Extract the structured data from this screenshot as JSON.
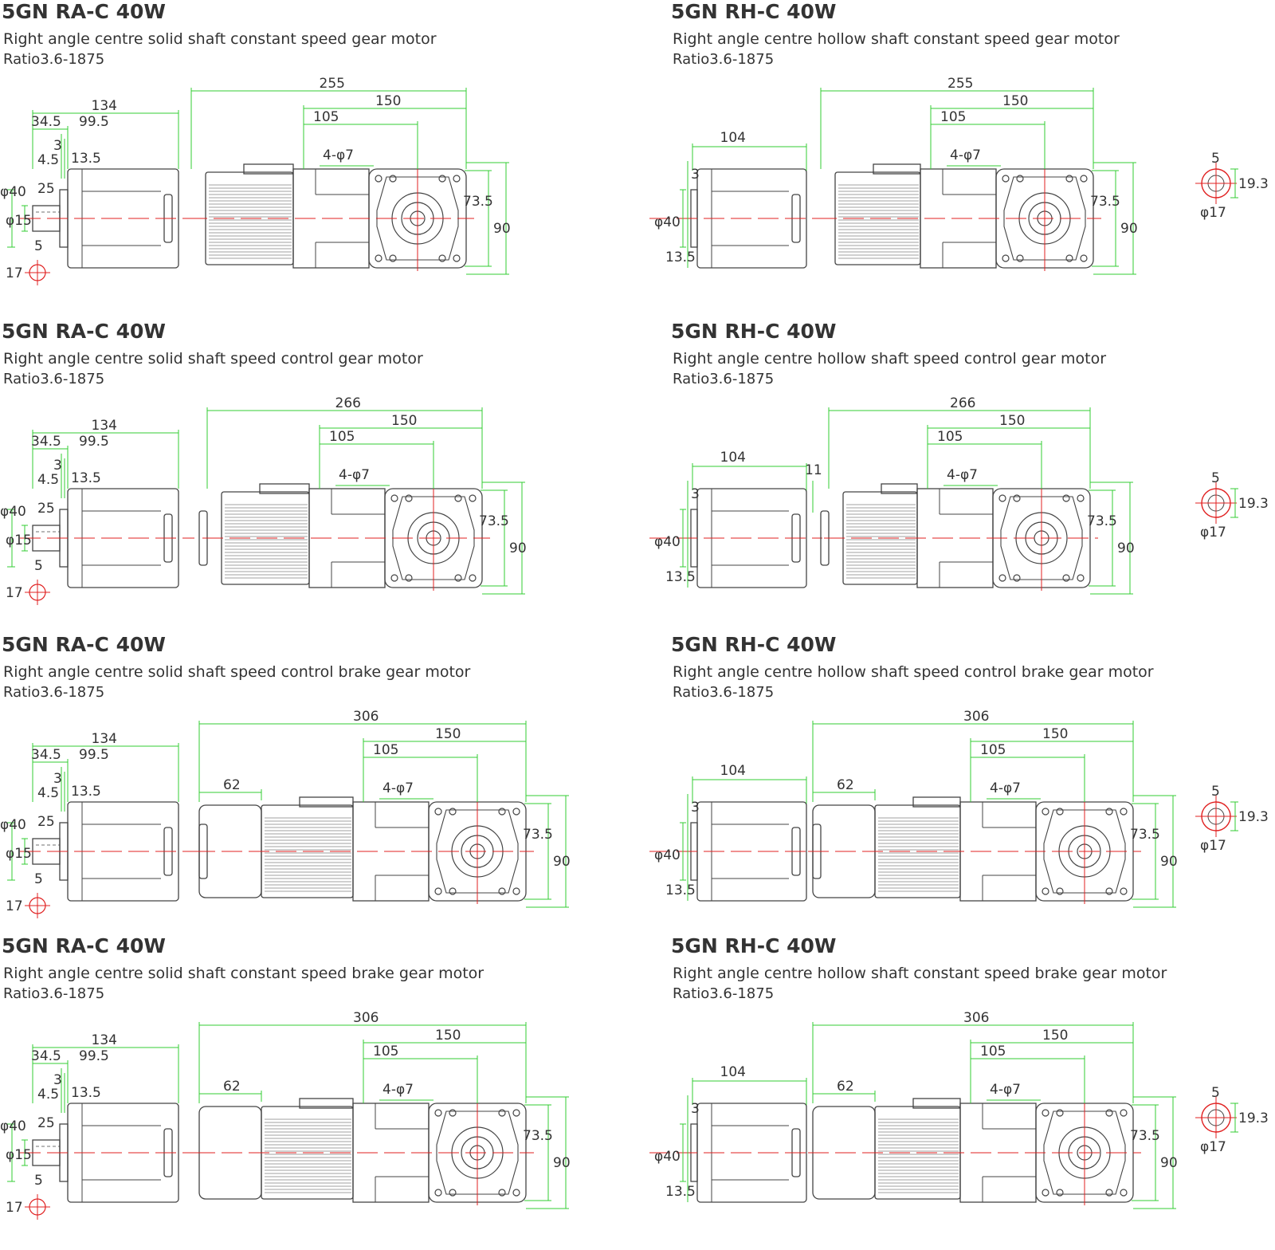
{
  "panels": [
    {
      "model": "5GN  RA-C  40W",
      "desc": "Right angle centre solid shaft constant speed gear motor",
      "ratio": "Ratio3.6-1875",
      "type": "solid",
      "brake": false,
      "speedctrl": false,
      "dims": {
        "total": "255",
        "gear": "150",
        "inner": "105",
        "holes": "4-φ7",
        "sq_in": "73.5",
        "sq_out": "90",
        "d134": "134",
        "d34": "34.5",
        "d99": "99.5",
        "d3": "3",
        "d45": "4.5",
        "d135": "13.5",
        "phi40": "φ40",
        "d25": "25",
        "phi15": "φ15",
        "key5": "5",
        "key17": "17"
      }
    },
    {
      "model": "5GN  RH-C  40W",
      "desc": "Right angle centre hollow shaft constant speed gear motor",
      "ratio": "Ratio3.6-1875",
      "type": "hollow",
      "brake": false,
      "speedctrl": false,
      "dims": {
        "total": "255",
        "gear": "150",
        "inner": "105",
        "holes": "4-φ7",
        "sq_in": "73.5",
        "sq_out": "90",
        "d104": "104",
        "d3": "3",
        "phi40": "φ40",
        "d135": "13.5",
        "key5": "5",
        "key193": "19.3",
        "phi17": "φ17"
      }
    },
    {
      "model": "5GN  RA-C  40W",
      "desc": "Right angle centre solid shaft speed control gear motor",
      "ratio": "Ratio3.6-1875",
      "type": "solid",
      "brake": false,
      "speedctrl": true,
      "dims": {
        "total": "266",
        "gear": "150",
        "inner": "105",
        "holes": "4-φ7",
        "sq_in": "73.5",
        "sq_out": "90",
        "d134": "134",
        "d34": "34.5",
        "d99": "99.5",
        "d3": "3",
        "d45": "4.5",
        "d135": "13.5",
        "phi40": "φ40",
        "d25": "25",
        "phi15": "φ15",
        "key5": "5",
        "key17": "17"
      }
    },
    {
      "model": "5GN  RH-C  40W",
      "desc": "Right angle  centre hollow shaft speed control gear motor",
      "ratio": "Ratio3.6-1875",
      "type": "hollow",
      "brake": false,
      "speedctrl": true,
      "dims": {
        "total": "266",
        "gear": "150",
        "inner": "105",
        "holes": "4-φ7",
        "sq_in": "73.5",
        "sq_out": "90",
        "d104": "104",
        "d3": "3",
        "d11": "11",
        "phi40": "φ40",
        "d135": "13.5",
        "key5": "5",
        "key193": "19.3",
        "phi17": "φ17"
      }
    },
    {
      "model": "5GN  RA-C  40W",
      "desc": "Right angle centre solid shaft speed control brake gear motor",
      "ratio": "Ratio3.6-1875",
      "type": "solid",
      "brake": true,
      "speedctrl": true,
      "dims": {
        "total": "306",
        "gear": "150",
        "inner": "105",
        "holes": "4-φ7",
        "sq_in": "73.5",
        "sq_out": "90",
        "brake": "62",
        "d134": "134",
        "d34": "34.5",
        "d99": "99.5",
        "d3": "3",
        "d45": "4.5",
        "d135": "13.5",
        "phi40": "φ40",
        "d25": "25",
        "phi15": "φ15",
        "key5": "5",
        "key17": "17"
      }
    },
    {
      "model": "5GN  RH-C  40W",
      "desc": "Right angle  centre hollow shaft speed control brake gear motor",
      "ratio": "Ratio3.6-1875",
      "type": "hollow",
      "brake": true,
      "speedctrl": true,
      "dims": {
        "total": "306",
        "gear": "150",
        "inner": "105",
        "holes": "4-φ7",
        "sq_in": "73.5",
        "sq_out": "90",
        "brake": "62",
        "d104": "104",
        "d3": "3",
        "phi40": "φ40",
        "d135": "13.5",
        "key5": "5",
        "key193": "19.3",
        "phi17": "φ17"
      }
    },
    {
      "model": "5GN   RA-C  40W",
      "desc": "Right angle centre solid shaft constant speed brake gear motor",
      "ratio": "Ratio3.6-1875",
      "type": "solid",
      "brake": true,
      "speedctrl": false,
      "dims": {
        "total": "306",
        "gear": "150",
        "inner": "105",
        "holes": "4-φ7",
        "sq_in": "73.5",
        "sq_out": "90",
        "brake": "62",
        "d134": "134",
        "d34": "34.5",
        "d99": "99.5",
        "d3": "3",
        "d45": "4.5",
        "d135": "13.5",
        "phi40": "φ40",
        "d25": "25",
        "phi15": "φ15",
        "key5": "5",
        "key17": "17"
      }
    },
    {
      "model": "5GN  RH-C  40W",
      "desc": "Right angle centre hollow shaft constant speed brake gear motor",
      "ratio": "Ratio3.6-1875",
      "type": "hollow",
      "brake": true,
      "speedctrl": false,
      "dims": {
        "total": "306",
        "gear": "150",
        "inner": "105",
        "holes": "4-φ7",
        "sq_in": "73.5",
        "sq_out": "90",
        "brake": "62",
        "d104": "104",
        "d3": "3",
        "phi40": "φ40",
        "d135": "13.5",
        "key5": "5",
        "key193": "19.3",
        "phi17": "φ17"
      }
    }
  ],
  "colors": {
    "outline": "#444444",
    "dimension": "#33cc33",
    "centerline": "#e02020",
    "text": "#333333"
  }
}
